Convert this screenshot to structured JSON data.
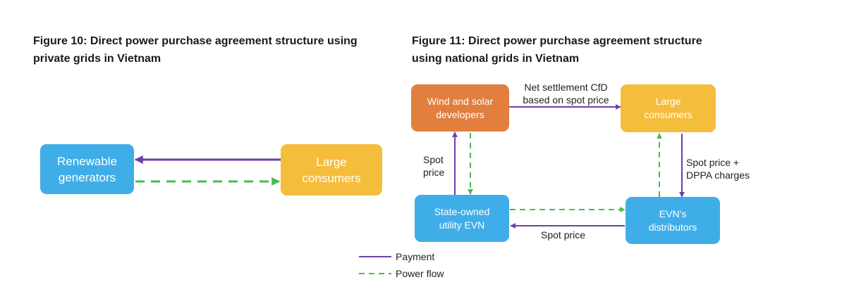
{
  "figure10": {
    "title": "Figure 10: Direct power purchase agreement structure using\nprivate grids in Vietnam",
    "nodes": {
      "renewable": "Renewable\ngenerators",
      "consumers": "Large\nconsumers"
    }
  },
  "figure11": {
    "title": "Figure 11:  Direct power purchase agreement structure\nusing national grids in Vietnam",
    "nodes": {
      "developers": "Wind and solar\ndevelopers",
      "consumers": "Large\nconsumers",
      "evn": "State-owned\nutility EVN",
      "distributors": "EVN's\ndistributors"
    },
    "labels": {
      "cfd": "Net settlement CfD\nbased on spot price",
      "spot_left": "Spot\nprice",
      "spot_dppa": "Spot price +\nDPPA charges",
      "spot_bottom": "Spot price"
    }
  },
  "legend": {
    "payment": "Payment",
    "power_flow": "Power flow"
  },
  "colors": {
    "payment": "#6e3fa8",
    "power_flow": "#4db84d",
    "blue_box": "#3faee8",
    "yellow_box": "#f5bd3c",
    "orange_box": "#e27f3e"
  }
}
